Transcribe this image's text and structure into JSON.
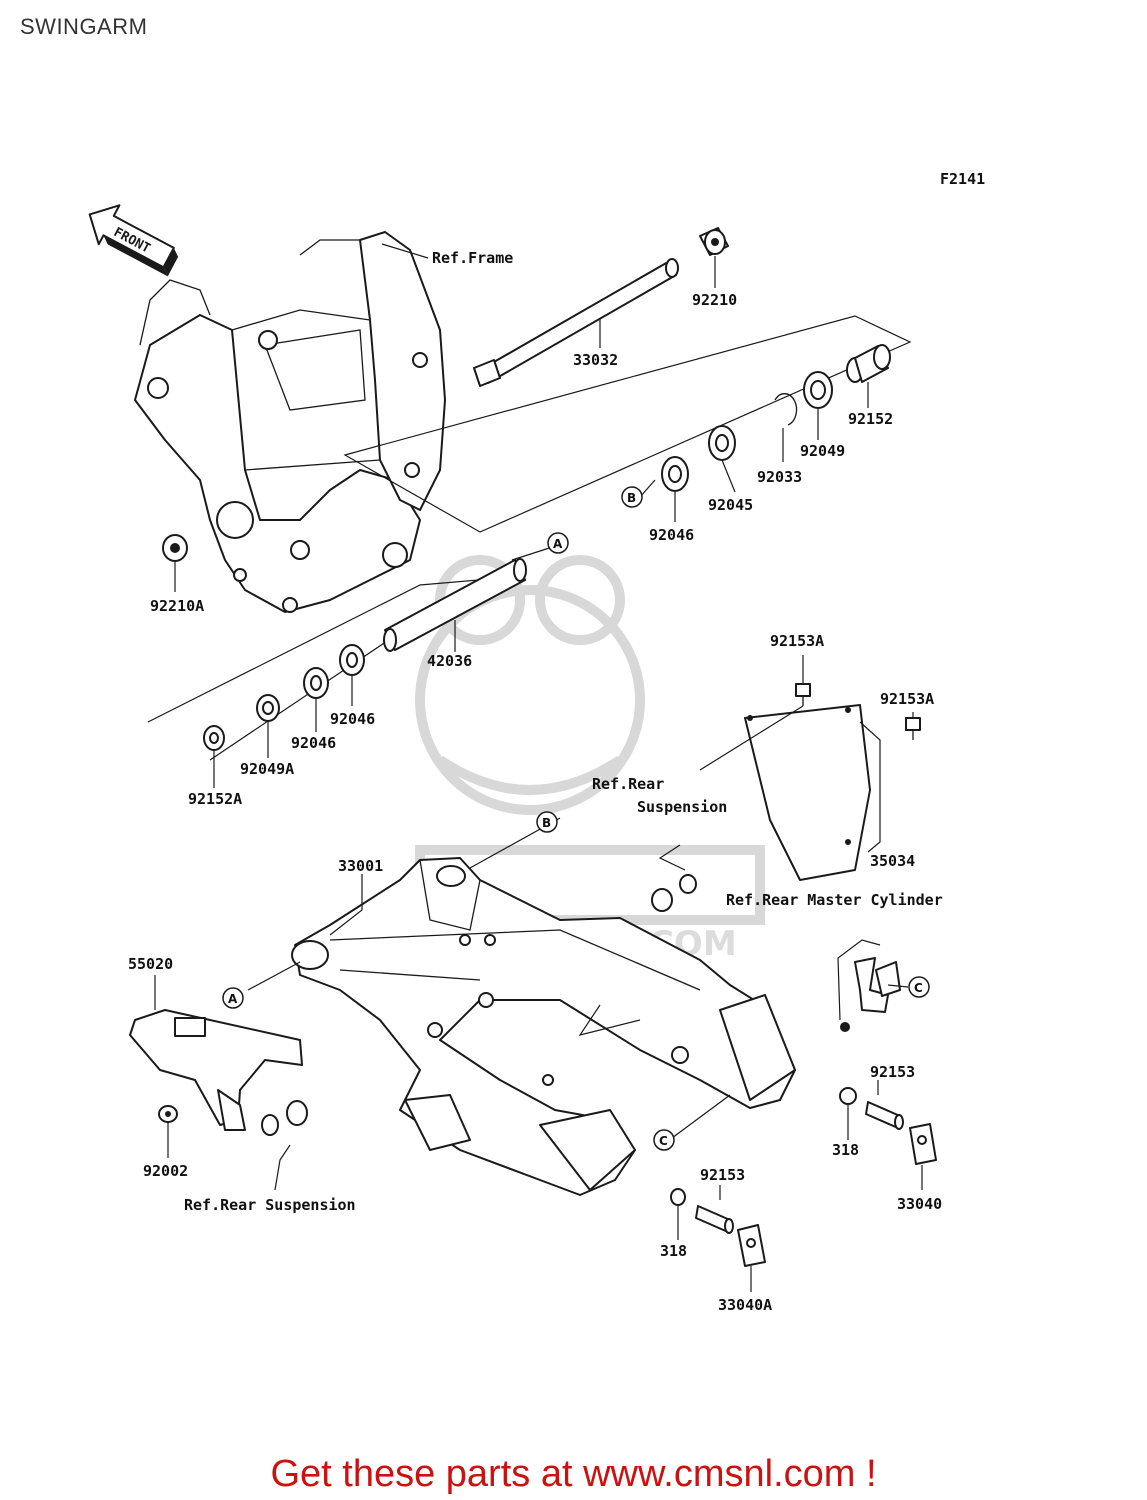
{
  "page_title": "SWINGARM",
  "figure_code": "F2141",
  "front_label": "FRONT",
  "watermark_text": "WWW.CMSNL.COM",
  "refs": {
    "frame": "Ref.Frame",
    "rear_susp_1_line1": "Ref.Rear",
    "rear_susp_1_line2": "Suspension",
    "rear_master_cylinder": "Ref.Rear Master Cylinder",
    "rear_susp_2": "Ref.Rear Suspension"
  },
  "parts": {
    "p92210": "92210",
    "p33032": "33032",
    "p92152": "92152",
    "p92049": "92049",
    "p92033": "92033",
    "p92045": "92045",
    "p92046_top": "92046",
    "p92210A": "92210A",
    "p42036": "42036",
    "p92046_mid": "92046",
    "p92046_low": "92046",
    "p92049A": "92049A",
    "p92152A": "92152A",
    "p92153A_1": "92153A",
    "p92153A_2": "92153A",
    "p35034": "35034",
    "p33001": "33001",
    "p55020": "55020",
    "p92153_r": "92153",
    "p318_r": "318",
    "p33040": "33040",
    "p92002": "92002",
    "p92153_b": "92153",
    "p318_b": "318",
    "p33040A": "33040A"
  },
  "markers": {
    "a": "A",
    "b": "B",
    "c": "C"
  },
  "footer": "Get these parts at www.cmsnl.com !",
  "colors": {
    "footer": "#cc1111",
    "lines": "#1a1a1a",
    "watermark": "#d8d8d8"
  }
}
